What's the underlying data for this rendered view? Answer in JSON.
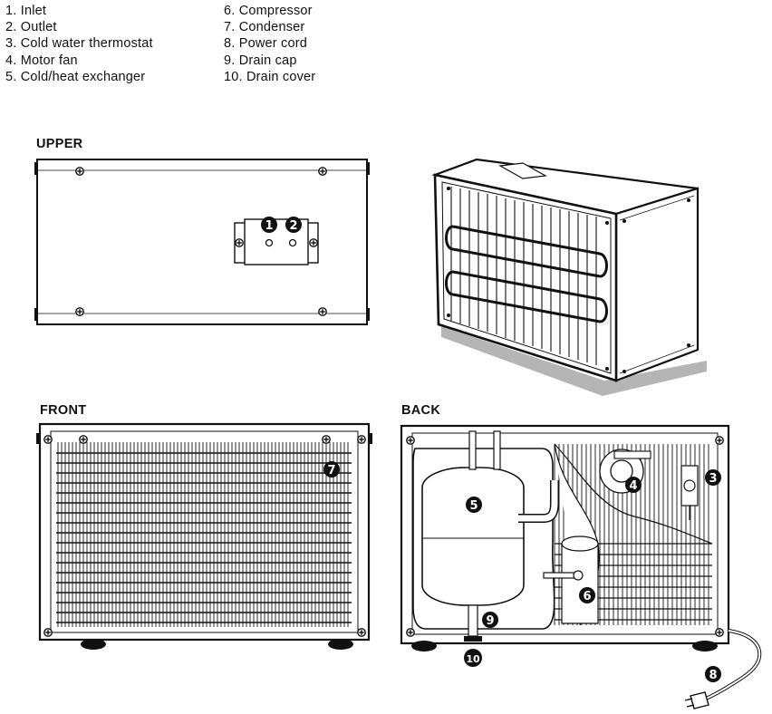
{
  "legend": {
    "left": [
      {
        "label": "1. Inlet"
      },
      {
        "label": "2. Outlet"
      },
      {
        "label": "3. Cold water thermostat"
      },
      {
        "label": "4. Motor fan"
      },
      {
        "label": "5. Cold/heat exchanger"
      }
    ],
    "right": [
      {
        "label": "6. Compressor"
      },
      {
        "label": "7. Condenser"
      },
      {
        "label": "8. Power cord"
      },
      {
        "label": "9. Drain cap"
      },
      {
        "label": "10. Drain cover"
      }
    ]
  },
  "views": {
    "upper": "UPPER",
    "front": "FRONT",
    "back": "BACK"
  },
  "callouts": [
    "1",
    "2",
    "3",
    "4",
    "5",
    "6",
    "7",
    "8",
    "9",
    "10"
  ]
}
